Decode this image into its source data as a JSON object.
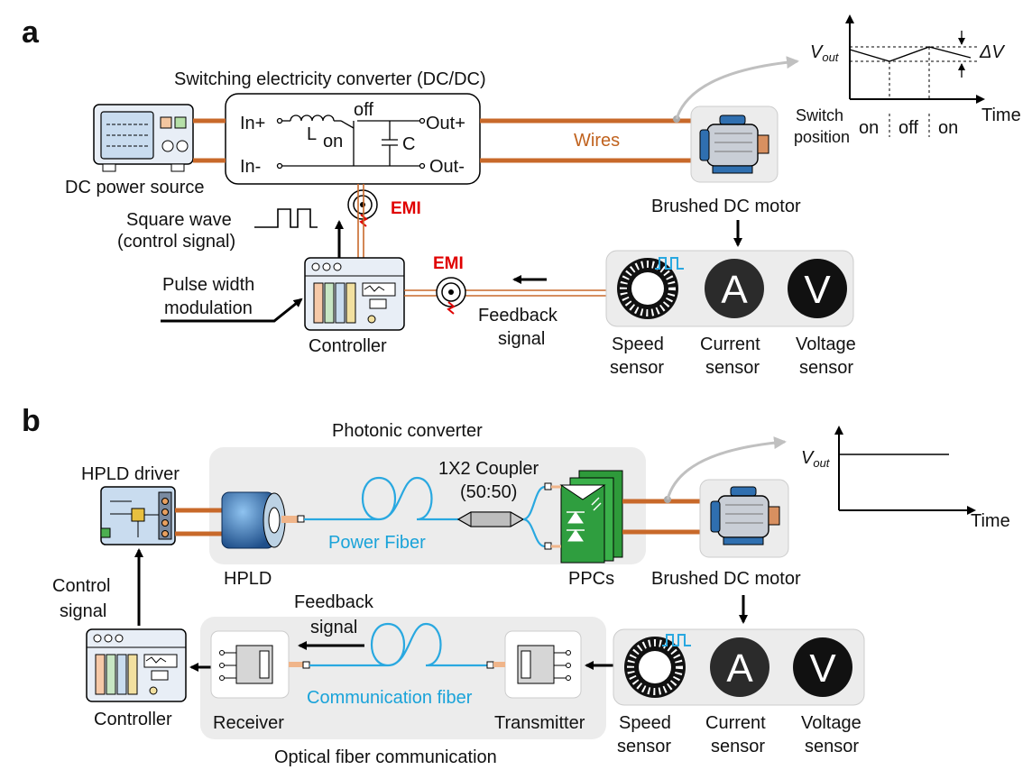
{
  "panel_a": {
    "letter": "a",
    "converter_title": "Switching electricity converter (DC/DC)",
    "terminals": {
      "in_plus": "In+",
      "in_minus": "In-",
      "out_plus": "Out+",
      "out_minus": "Out-"
    },
    "components": {
      "inductor": "L",
      "capacitor": "C",
      "switch_off": "off",
      "switch_on": "on"
    },
    "dc_power_source": "DC power source",
    "wires": "Wires",
    "motor": "Brushed DC motor",
    "emi": "EMI",
    "square_wave_line1": "Square wave",
    "square_wave_line2": "(control signal)",
    "pwm_line1": "Pulse width",
    "pwm_line2": "modulation",
    "controller": "Controller",
    "feedback_line1": "Feedback",
    "feedback_line2": "signal",
    "sensors": {
      "speed": [
        "Speed",
        "sensor"
      ],
      "current": [
        "Current",
        "sensor"
      ],
      "voltage": [
        "Voltage",
        "sensor"
      ],
      "current_glyph": "A",
      "voltage_glyph": "V"
    },
    "graph": {
      "y_label_main": "V",
      "y_label_sub": "out",
      "delta": "ΔV",
      "x_label": "Time",
      "switch_line1": "Switch",
      "switch_line2": "position",
      "positions": [
        "on",
        "off",
        "on"
      ]
    }
  },
  "panel_b": {
    "letter": "b",
    "photonic_title": "Photonic converter",
    "hpld_driver": "HPLD driver",
    "hpld": "HPLD",
    "power_fiber": "Power Fiber",
    "coupler_line1": "1X2 Coupler",
    "coupler_line2": "(50:50)",
    "ppcs": "PPCs",
    "motor": "Brushed DC motor",
    "control_line1": "Control",
    "control_line2": "signal",
    "feedback_line1": "Feedback",
    "feedback_line2": "signal",
    "controller": "Controller",
    "receiver": "Receiver",
    "transmitter": "Transmitter",
    "communication_fiber": "Communication fiber",
    "ofc_title": "Optical fiber communication",
    "sensors": {
      "speed": [
        "Speed",
        "sensor"
      ],
      "current": [
        "Current",
        "sensor"
      ],
      "voltage": [
        "Voltage",
        "sensor"
      ],
      "current_glyph": "A",
      "voltage_glyph": "V"
    },
    "graph": {
      "y_label_main": "V",
      "y_label_sub": "out",
      "x_label": "Time"
    }
  },
  "colors": {
    "copper": "#c8692a",
    "fiber": "#29a8e0",
    "emi": "#e00000",
    "panel_bg": "#ececec"
  },
  "icons": [
    "dc-power-source-icon",
    "motor-icon",
    "controller-icon",
    "speed-sensor-icon",
    "hpld-icon",
    "coupler-icon",
    "ppc-icon",
    "receiver-icon",
    "transmitter-icon",
    "fiber-coil-icon"
  ]
}
